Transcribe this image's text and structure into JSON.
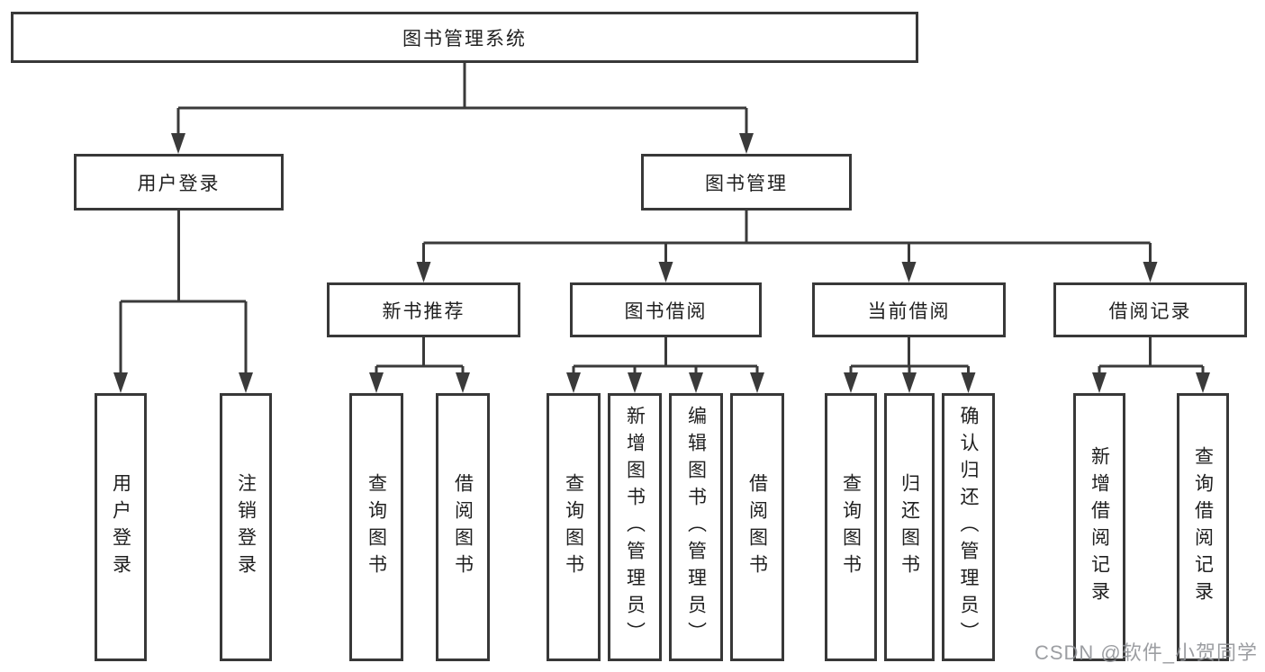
{
  "diagram_title": "图书管理系统",
  "colors": {
    "line": "#3a3a3a",
    "box_border": "#383838",
    "box_fill": "#ffffff",
    "text": "#1f1f1f",
    "watermark": "#919498"
  },
  "tree": {
    "root": {
      "label": "图书管理系统"
    },
    "level2": [
      {
        "label": "用户登录"
      },
      {
        "label": "图书管理"
      }
    ],
    "level3": [
      {
        "label": "新书推荐",
        "parent": "图书管理"
      },
      {
        "label": "图书借阅",
        "parent": "图书管理"
      },
      {
        "label": "当前借阅",
        "parent": "图书管理"
      },
      {
        "label": "借阅记录",
        "parent": "图书管理"
      }
    ],
    "leaves": [
      {
        "label": "用户登录",
        "parent": "用户登录"
      },
      {
        "label": "注销登录",
        "parent": "用户登录"
      },
      {
        "label": "查询图书",
        "parent": "新书推荐"
      },
      {
        "label": "借阅图书",
        "parent": "新书推荐"
      },
      {
        "label": "查询图书",
        "parent": "图书借阅"
      },
      {
        "label": "新增图书（管理员）",
        "parent": "图书借阅"
      },
      {
        "label": "编辑图书（管理员）",
        "parent": "图书借阅"
      },
      {
        "label": "借阅图书",
        "parent": "图书借阅"
      },
      {
        "label": "查询图书",
        "parent": "当前借阅"
      },
      {
        "label": "归还图书",
        "parent": "当前借阅"
      },
      {
        "label": "确认归还（管理员）",
        "parent": "当前借阅"
      },
      {
        "label": "新增借阅记录",
        "parent": "借阅记录"
      },
      {
        "label": "查询借阅记录",
        "parent": "借阅记录"
      }
    ]
  },
  "watermark": "CSDN @软件_小贺同学"
}
